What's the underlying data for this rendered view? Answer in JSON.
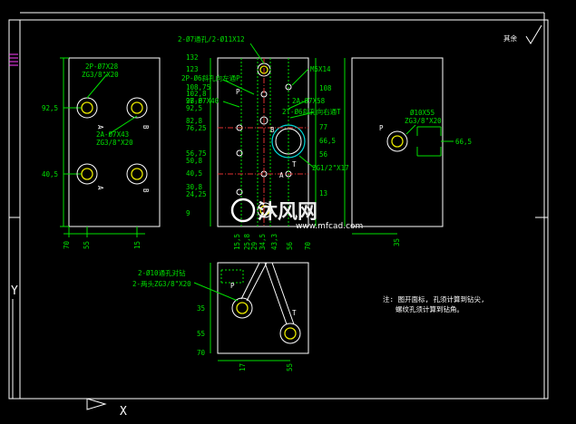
{
  "title_block": {
    "surface_label": "其余",
    "surface_symbol": "√"
  },
  "view_front": {
    "port_label_p": "2P-Ø7X28",
    "port_label_p_thread": "ZG3/8\"X20",
    "port_label_a": "2A-Ø7X43",
    "port_label_a_thread": "ZG3/8\"X20",
    "dim_92_5": "92,5",
    "dim_40_5": "40,5",
    "bottom_dim_70": "70",
    "bottom_dim_55": "55",
    "bottom_dim_15": "15",
    "letter_a1": "A",
    "letter_b1": "B",
    "letter_a2": "A",
    "letter_b2": "B"
  },
  "view_center": {
    "note_top": "2-Ø7通孔/2-Ø11X12",
    "note_2p": "2P-Ø6斜孔向左通P",
    "note_2b": "2B-Ø7X40",
    "note_m5": "M5X14",
    "note_2a": "2A-Ø7X58",
    "note_2t": "2T-Ø6斜孔向右通T",
    "note_zg": "ZG1/2\"X17",
    "left_dims": [
      "132",
      "123",
      "108,75",
      "102,8",
      "97,8",
      "92,5",
      "82,8",
      "76,25",
      "56,75",
      "50,8",
      "40,5",
      "30,8",
      "24,25",
      "9"
    ],
    "right_dims": [
      "108",
      "77",
      "66,5",
      "56",
      "13"
    ],
    "bottom_dims": [
      "15,5",
      "25,8",
      "29",
      "34,5",
      "43,3",
      "56",
      "70"
    ],
    "letter_p": "P",
    "letter_t": "T",
    "letter_a": "A",
    "letter_b": "B"
  },
  "view_right": {
    "note_hole": "Ø10X55",
    "note_thread": "ZG3/8\"X20",
    "letter_p": "P",
    "dim_66_5": "66,5",
    "dim_35": "35"
  },
  "view_bottom": {
    "note_line1": "2-Ø10通孔对钻",
    "note_line2": "2-两头ZG3/8\"X20",
    "letter_p": "P",
    "letter_t": "T",
    "dim_35": "35",
    "dim_55": "55",
    "dim_70": "70",
    "dim_17": "17",
    "dim_55b": "55"
  },
  "notes": {
    "line1": "注: 图开面标, 孔须计算到钻尖,",
    "line2": "螺纹孔须计算到钻角。"
  },
  "watermark": {
    "brand": "沐风网",
    "url": "www.mfcad.com"
  },
  "ucs": {
    "y_label": "Y",
    "x_label": "X"
  }
}
